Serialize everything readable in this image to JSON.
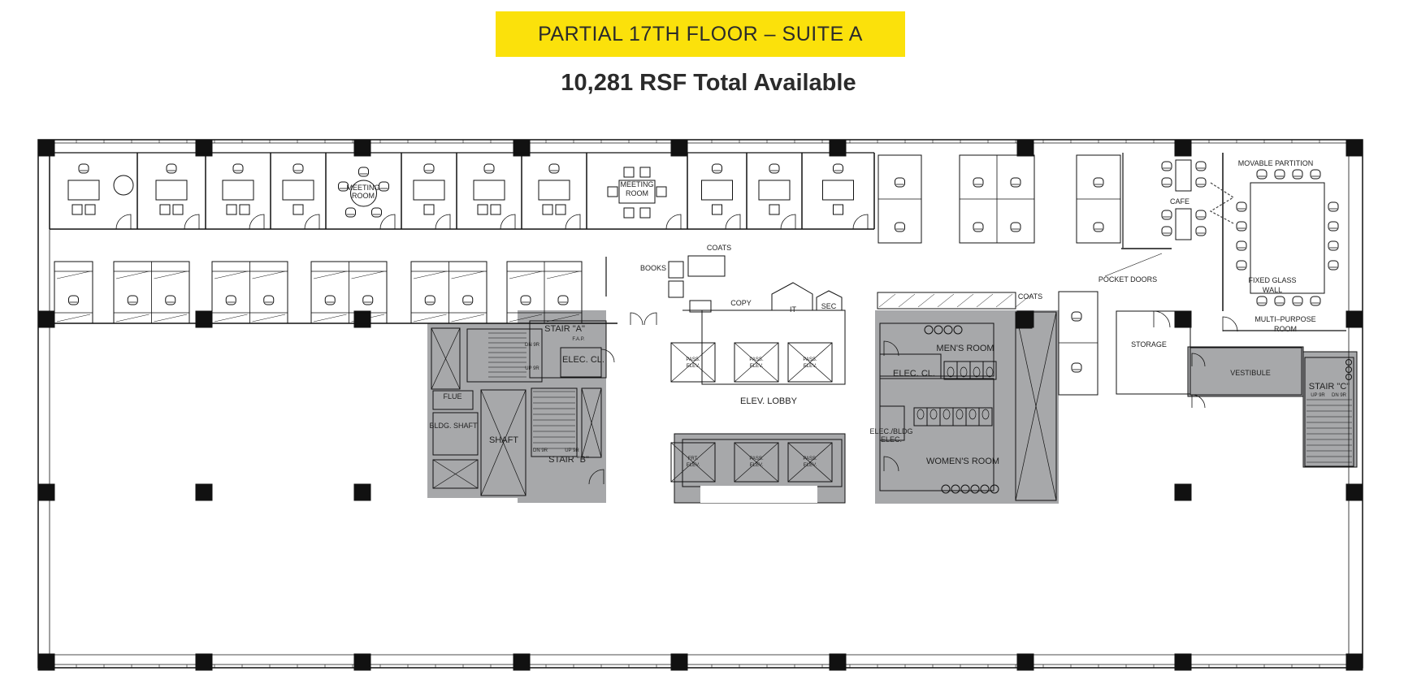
{
  "header": {
    "title": "PARTIAL 17TH FLOOR – SUITE A",
    "subtitle": "10,281 RSF Total Available",
    "accent_color": "#fbe10b"
  },
  "floorplan": {
    "core_color": "#a7a8aa",
    "labels": {
      "meeting_room_1": [
        "MEETING",
        "ROOM"
      ],
      "meeting_room_2": [
        "MEETING",
        "ROOM"
      ],
      "books": "BOOKS",
      "coats_1": "COATS",
      "coats_2": "COATS",
      "copy": "COPY",
      "it": "IT",
      "sec": "SEC",
      "stair_a": "STAIR \"A\"",
      "fap": "F.A.P.",
      "elec_cl_1": "ELEC. CL.",
      "flue": "FLUE",
      "bldg_shaft": "BLDG. SHAFT",
      "shaft": "SHAFT",
      "stair_b": "STAIR \"B\"",
      "elev_lobby": "ELEV. LOBBY",
      "pass_elev": [
        "PASS.",
        "ELEV."
      ],
      "frt_elev": [
        "FRT.",
        "ELEV."
      ],
      "mens_room": "MEN'S ROOM",
      "womens_room": "WOMEN'S ROOM",
      "elec_cl_2": "ELEC. CL.",
      "bldg_elec": [
        "ELEC./BLDG",
        "ELEC."
      ],
      "pocket_doors": "POCKET DOORS",
      "storage": "STORAGE",
      "cafe": "CAFE",
      "movable_partition": "MOVABLE PARTITION",
      "fixed_glass_wall": [
        "FIXED GLASS",
        "WALL"
      ],
      "multi_purpose_room": [
        "MULTI–PURPOSE",
        "ROOM"
      ],
      "vestibule": "VESTIBULE",
      "stair_c": "STAIR \"C\"",
      "dn": "DN 9R",
      "up": "UP 9R"
    }
  }
}
